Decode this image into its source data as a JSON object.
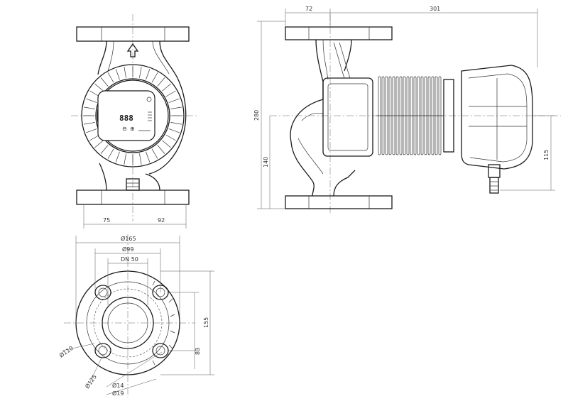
{
  "drawing": {
    "dimensions": {
      "front_left_half": "75",
      "front_right_half": "92",
      "top_offset": "72",
      "total_length": "301",
      "overall_height": "280",
      "flange_to_axis": "140",
      "motor_axis_height": "115",
      "flange_outer_dia": "Ø165",
      "raised_face_dia": "Ø99",
      "nominal_size": "DN 50",
      "bolt_circle_110": "Ø110",
      "bolt_circle_125": "Ø125",
      "hole_dia_14": "Ø14",
      "hole_dia_19": "Ø19",
      "flange_height": "155",
      "slot_spacing": "83"
    },
    "panel": {
      "display_digits": "888",
      "minus_symbol": "⊖",
      "plus_symbol": "⊕"
    }
  }
}
